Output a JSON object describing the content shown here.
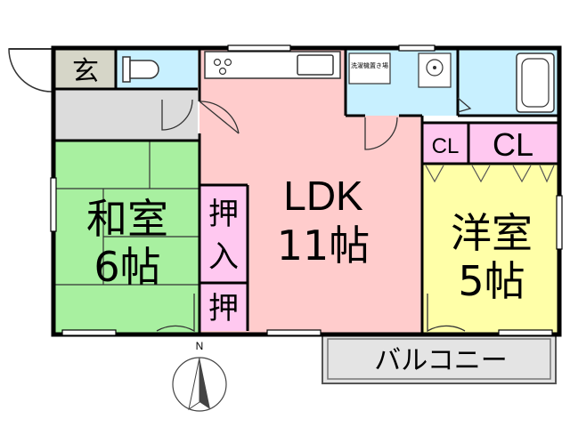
{
  "rooms": {
    "entrance": {
      "label": "玄",
      "color": "#d6d6c8"
    },
    "washitsu": {
      "line1": "和室",
      "line2": "6帖",
      "color": "#a8f0a0"
    },
    "ldk": {
      "line1": "LDK",
      "line2": "11帖",
      "color": "#ffcccc"
    },
    "youshitsu": {
      "line1": "洋室",
      "line2": "5帖",
      "color": "#ffffa8"
    },
    "oshiire_large": {
      "line1": "押",
      "line2": "入",
      "color": "#ffc8f0"
    },
    "oshiire_small": {
      "label": "押",
      "color": "#ffc8f0"
    },
    "closet_small": {
      "label": "CL",
      "color": "#ffc8f0"
    },
    "closet_large": {
      "label": "CL",
      "color": "#ffc8f0"
    },
    "washroom": {
      "label": "洗濯機置き場",
      "color": "#c8f0ff"
    },
    "bath": {
      "color": "#c8f0ff"
    },
    "toilet": {
      "color": "#c8f0ff"
    },
    "hallway": {
      "color": "#dcdcdc"
    }
  },
  "balcony": {
    "label": "バルコニー",
    "color": "#e4e4e4"
  },
  "compass": {
    "label": "N"
  },
  "colors": {
    "wall": "#000000",
    "fixture": "#555555"
  }
}
